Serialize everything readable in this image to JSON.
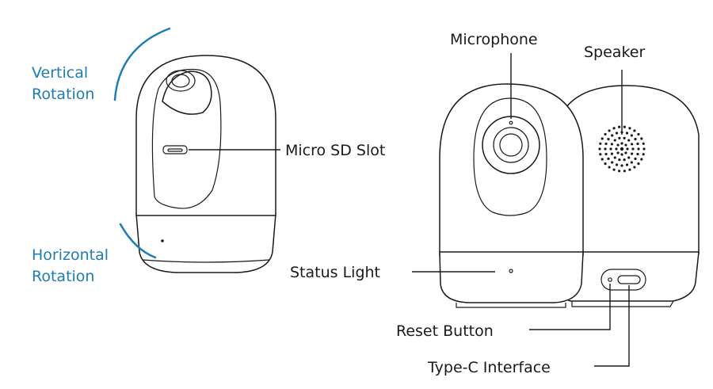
{
  "labels": {
    "vertical_rotation": [
      "Vertical",
      "Rotation"
    ],
    "horizontal_rotation": [
      "Horizontal",
      "Rotation"
    ],
    "micro_sd_slot": "Micro SD Slot",
    "microphone": "Microphone",
    "speaker": "Speaker",
    "status_light": "Status Light",
    "reset_button": "Reset Button",
    "type_c_interface": "Type-C Interface"
  },
  "colors": {
    "rotation_accent": "#1f7db5",
    "line_art": "#1a1a1a",
    "background": "#ffffff"
  }
}
